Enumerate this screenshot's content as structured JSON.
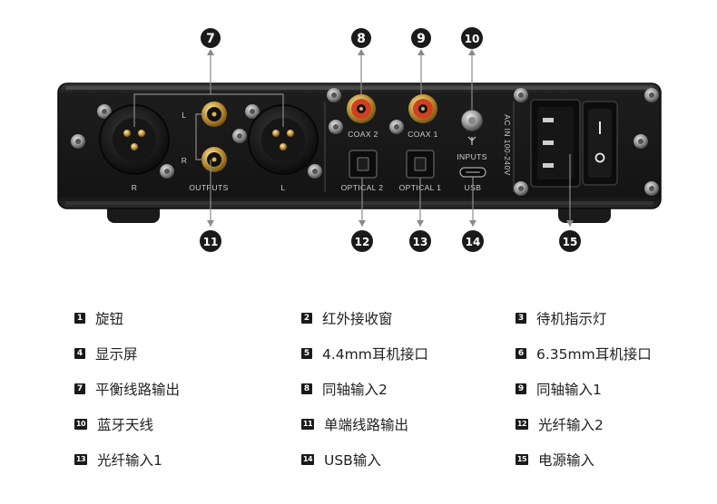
{
  "panel_labels": {
    "xlr_right": "R",
    "xlr_left": "L",
    "rca_left": "L",
    "rca_right": "R",
    "outputs": "OUTPUTS",
    "coax2": "COAX 2",
    "coax1": "COAX 1",
    "optical2": "OPTICAL 2",
    "optical1": "OPTICAL 1",
    "inputs": "INPUTS",
    "usb": "USB",
    "ac_in": "AC IN 100-240V"
  },
  "callouts": [
    "7",
    "8",
    "9",
    "10",
    "11",
    "12",
    "13",
    "14",
    "15"
  ],
  "legend": [
    {
      "num": "1",
      "text": "旋钮"
    },
    {
      "num": "2",
      "text": "红外接收窗"
    },
    {
      "num": "3",
      "text": "待机指示灯"
    },
    {
      "num": "4",
      "text": "显示屏"
    },
    {
      "num": "5",
      "text": "4.4mm耳机接口"
    },
    {
      "num": "6",
      "text": "6.35mm耳机接口"
    },
    {
      "num": "7",
      "text": "平衡线路输出"
    },
    {
      "num": "8",
      "text": "同轴输入2"
    },
    {
      "num": "9",
      "text": "同轴输入1"
    },
    {
      "num": "10",
      "text": "蓝牙天线"
    },
    {
      "num": "11",
      "text": "单端线路输出"
    },
    {
      "num": "12",
      "text": "光纤输入2"
    },
    {
      "num": "13",
      "text": "光纤输入1"
    },
    {
      "num": "14",
      "text": "USB输入"
    },
    {
      "num": "15",
      "text": "电源输入"
    }
  ]
}
